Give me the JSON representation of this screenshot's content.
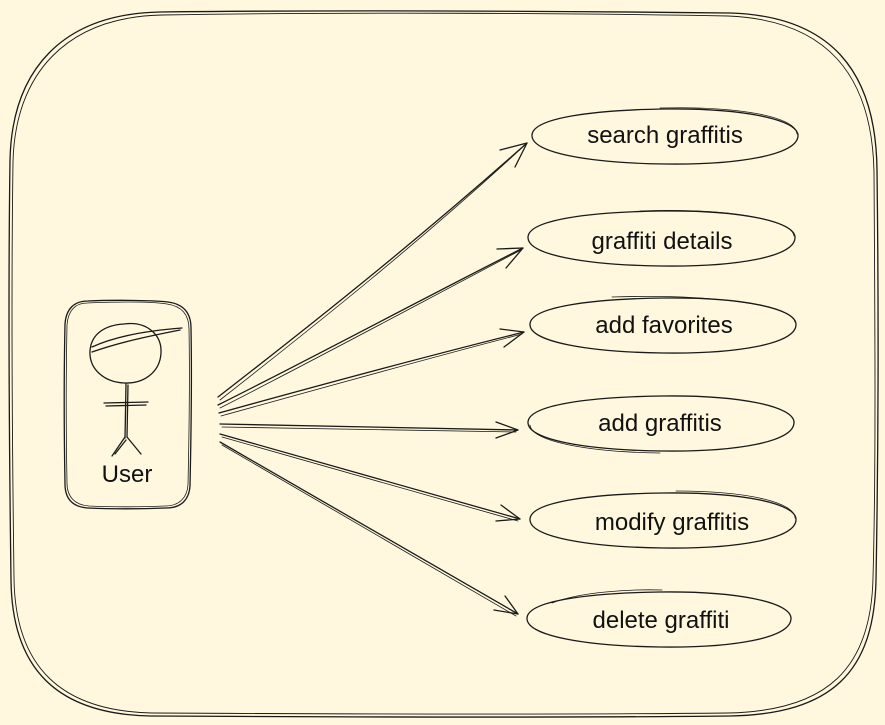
{
  "colors": {
    "background": "#fff8de",
    "stroke": "#1a1a1a",
    "text": "#111111"
  },
  "actor": {
    "label": "User",
    "icon": "stick-figure-icon"
  },
  "use_cases": [
    {
      "label": "search graffitis"
    },
    {
      "label": "graffiti details"
    },
    {
      "label": "add favorites"
    },
    {
      "label": "add graffitis"
    },
    {
      "label": "modify graffitis"
    },
    {
      "label": "delete graffiti"
    }
  ]
}
